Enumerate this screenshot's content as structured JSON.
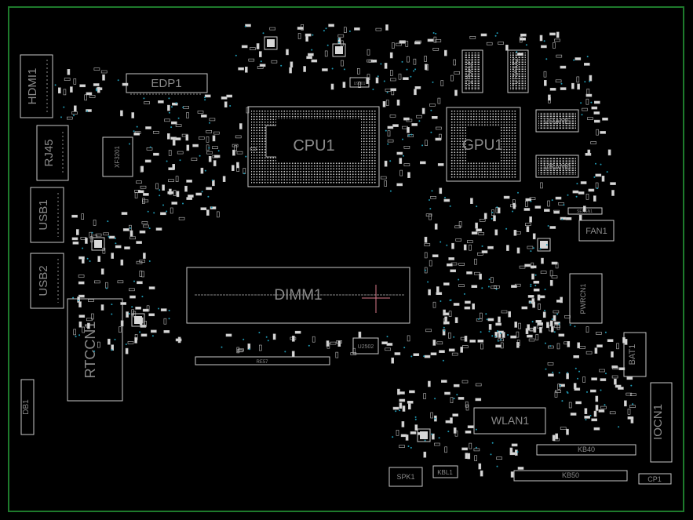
{
  "colors": {
    "background": "#000000",
    "board_edge": "#1e7a2c",
    "silk": "#c8c8c8",
    "label": "#8a8a8a",
    "via": "#1f9ab5",
    "crosshair": "#d77a8a"
  },
  "components": {
    "hdmi": "HDMI1",
    "rj45": "RJ45",
    "usb1": "USB1",
    "usb2": "USB2",
    "rtccn": "RTCCN1",
    "db": "DB1",
    "edp": "EDP1",
    "crystal": "XF3201",
    "cpu": "CPU1",
    "gpu": "GPU1",
    "dimm": "DIMM1",
    "vram1": "VRAM1",
    "vram2": "VRAM2",
    "vram5": "VRAM5",
    "vram6": "VRAM6",
    "fan": "FAN1",
    "sensor": "SENSN1",
    "pwrcn": "PWRCN1",
    "bat": "BAT1",
    "wlan": "WLAN1",
    "iocn": "IOCN1",
    "kb40": "KB40",
    "kb50": "KB50",
    "spk": "SPK1",
    "kbl": "KBL1",
    "cp": "CP1",
    "u2502": "U2502",
    "u9001": "U9001",
    "fpc": "RE57"
  }
}
